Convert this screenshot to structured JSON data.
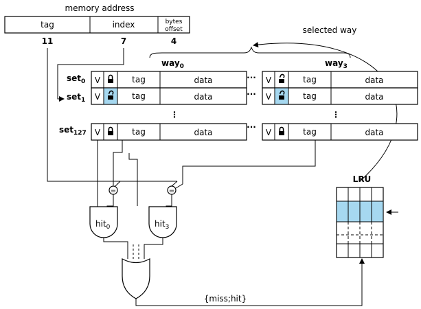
{
  "address": {
    "caption": "memory address",
    "fields": [
      {
        "label": "tag",
        "bits": "11"
      },
      {
        "label": "index",
        "bits": "7"
      },
      {
        "label_line1": "bytes",
        "label_line2": "offset",
        "bits": "4"
      }
    ]
  },
  "selected_way_label": "selected way",
  "ways": [
    {
      "name": "way",
      "sub": "0"
    },
    {
      "name": "way",
      "sub": "3"
    }
  ],
  "sets": [
    {
      "name": "set",
      "sub": "0"
    },
    {
      "name": "set",
      "sub": "1"
    },
    {
      "name": "set",
      "sub": "127"
    }
  ],
  "cell_labels": {
    "valid": "V",
    "tag": "tag",
    "data": "data"
  },
  "ellipsis_h": "···",
  "ellipsis_v": "⋮",
  "comparator_symbol": "=",
  "hits": [
    {
      "name": "hit",
      "sub": "0"
    },
    {
      "name": "hit",
      "sub": "3"
    }
  ],
  "lru_label": "LRU",
  "result_label": "{miss;hit}",
  "colors": {
    "highlight": "#a6d8f0",
    "line": "#000000"
  },
  "icons": [
    "lock-icon",
    "unlock-icon",
    "comparator-icon",
    "and-gate-icon",
    "or-gate-icon",
    "arrow-icon"
  ]
}
